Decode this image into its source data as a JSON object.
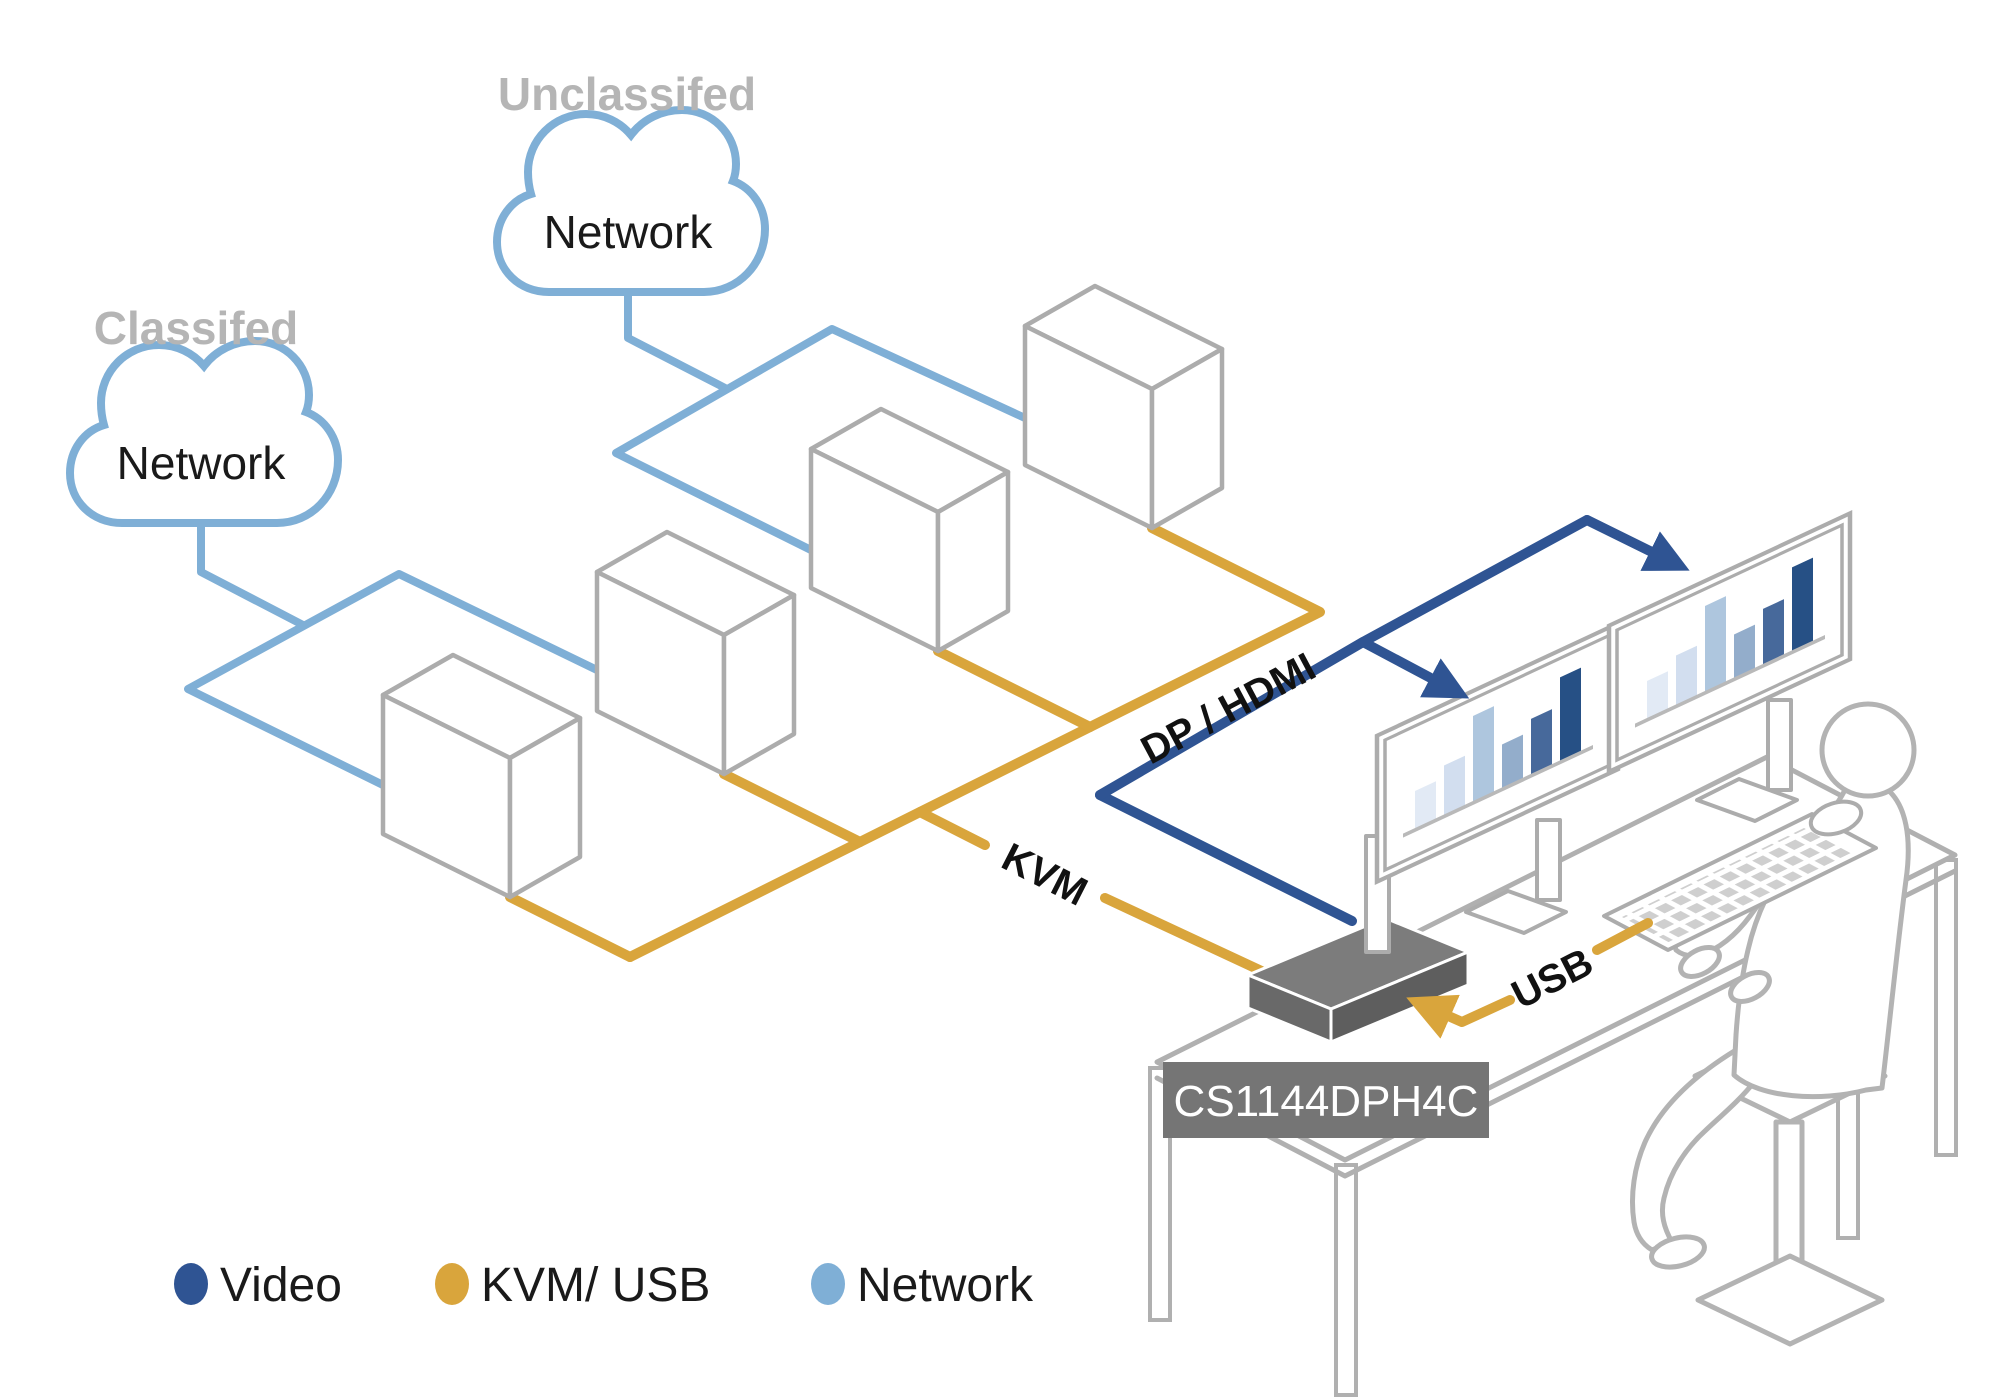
{
  "clouds": [
    {
      "id": "unclassified",
      "caption": "Unclassifed",
      "label": "Network"
    },
    {
      "id": "classified",
      "caption": "Classifed",
      "label": "Network"
    }
  ],
  "line_labels": {
    "video": "DP / HDMI",
    "kvm": "KVM",
    "usb": "USB"
  },
  "device": {
    "model": "CS1144DPH4C"
  },
  "legend": [
    {
      "label": "Video",
      "color": "#2F5493"
    },
    {
      "label": "KVM/ USB",
      "color": "#D9A53C"
    },
    {
      "label": "Network",
      "color": "#7FAFD6"
    }
  ],
  "computers": {
    "count": 4
  },
  "monitors": {
    "count": 2,
    "bar_heights": [
      38,
      50,
      86,
      44,
      56,
      84
    ],
    "bar_colors": [
      "#E2EAF5",
      "#D2DEEF",
      "#AEC6DE",
      "#93ADCB",
      "#47699B",
      "#265085"
    ]
  },
  "colors": {
    "network": "#7FAFD6",
    "kvm_usb": "#D9A53C",
    "video": "#2F5493",
    "outline_gray": "#ACACAC",
    "dark_gray": "#757575",
    "caption_gray": "#B5B5B5"
  }
}
